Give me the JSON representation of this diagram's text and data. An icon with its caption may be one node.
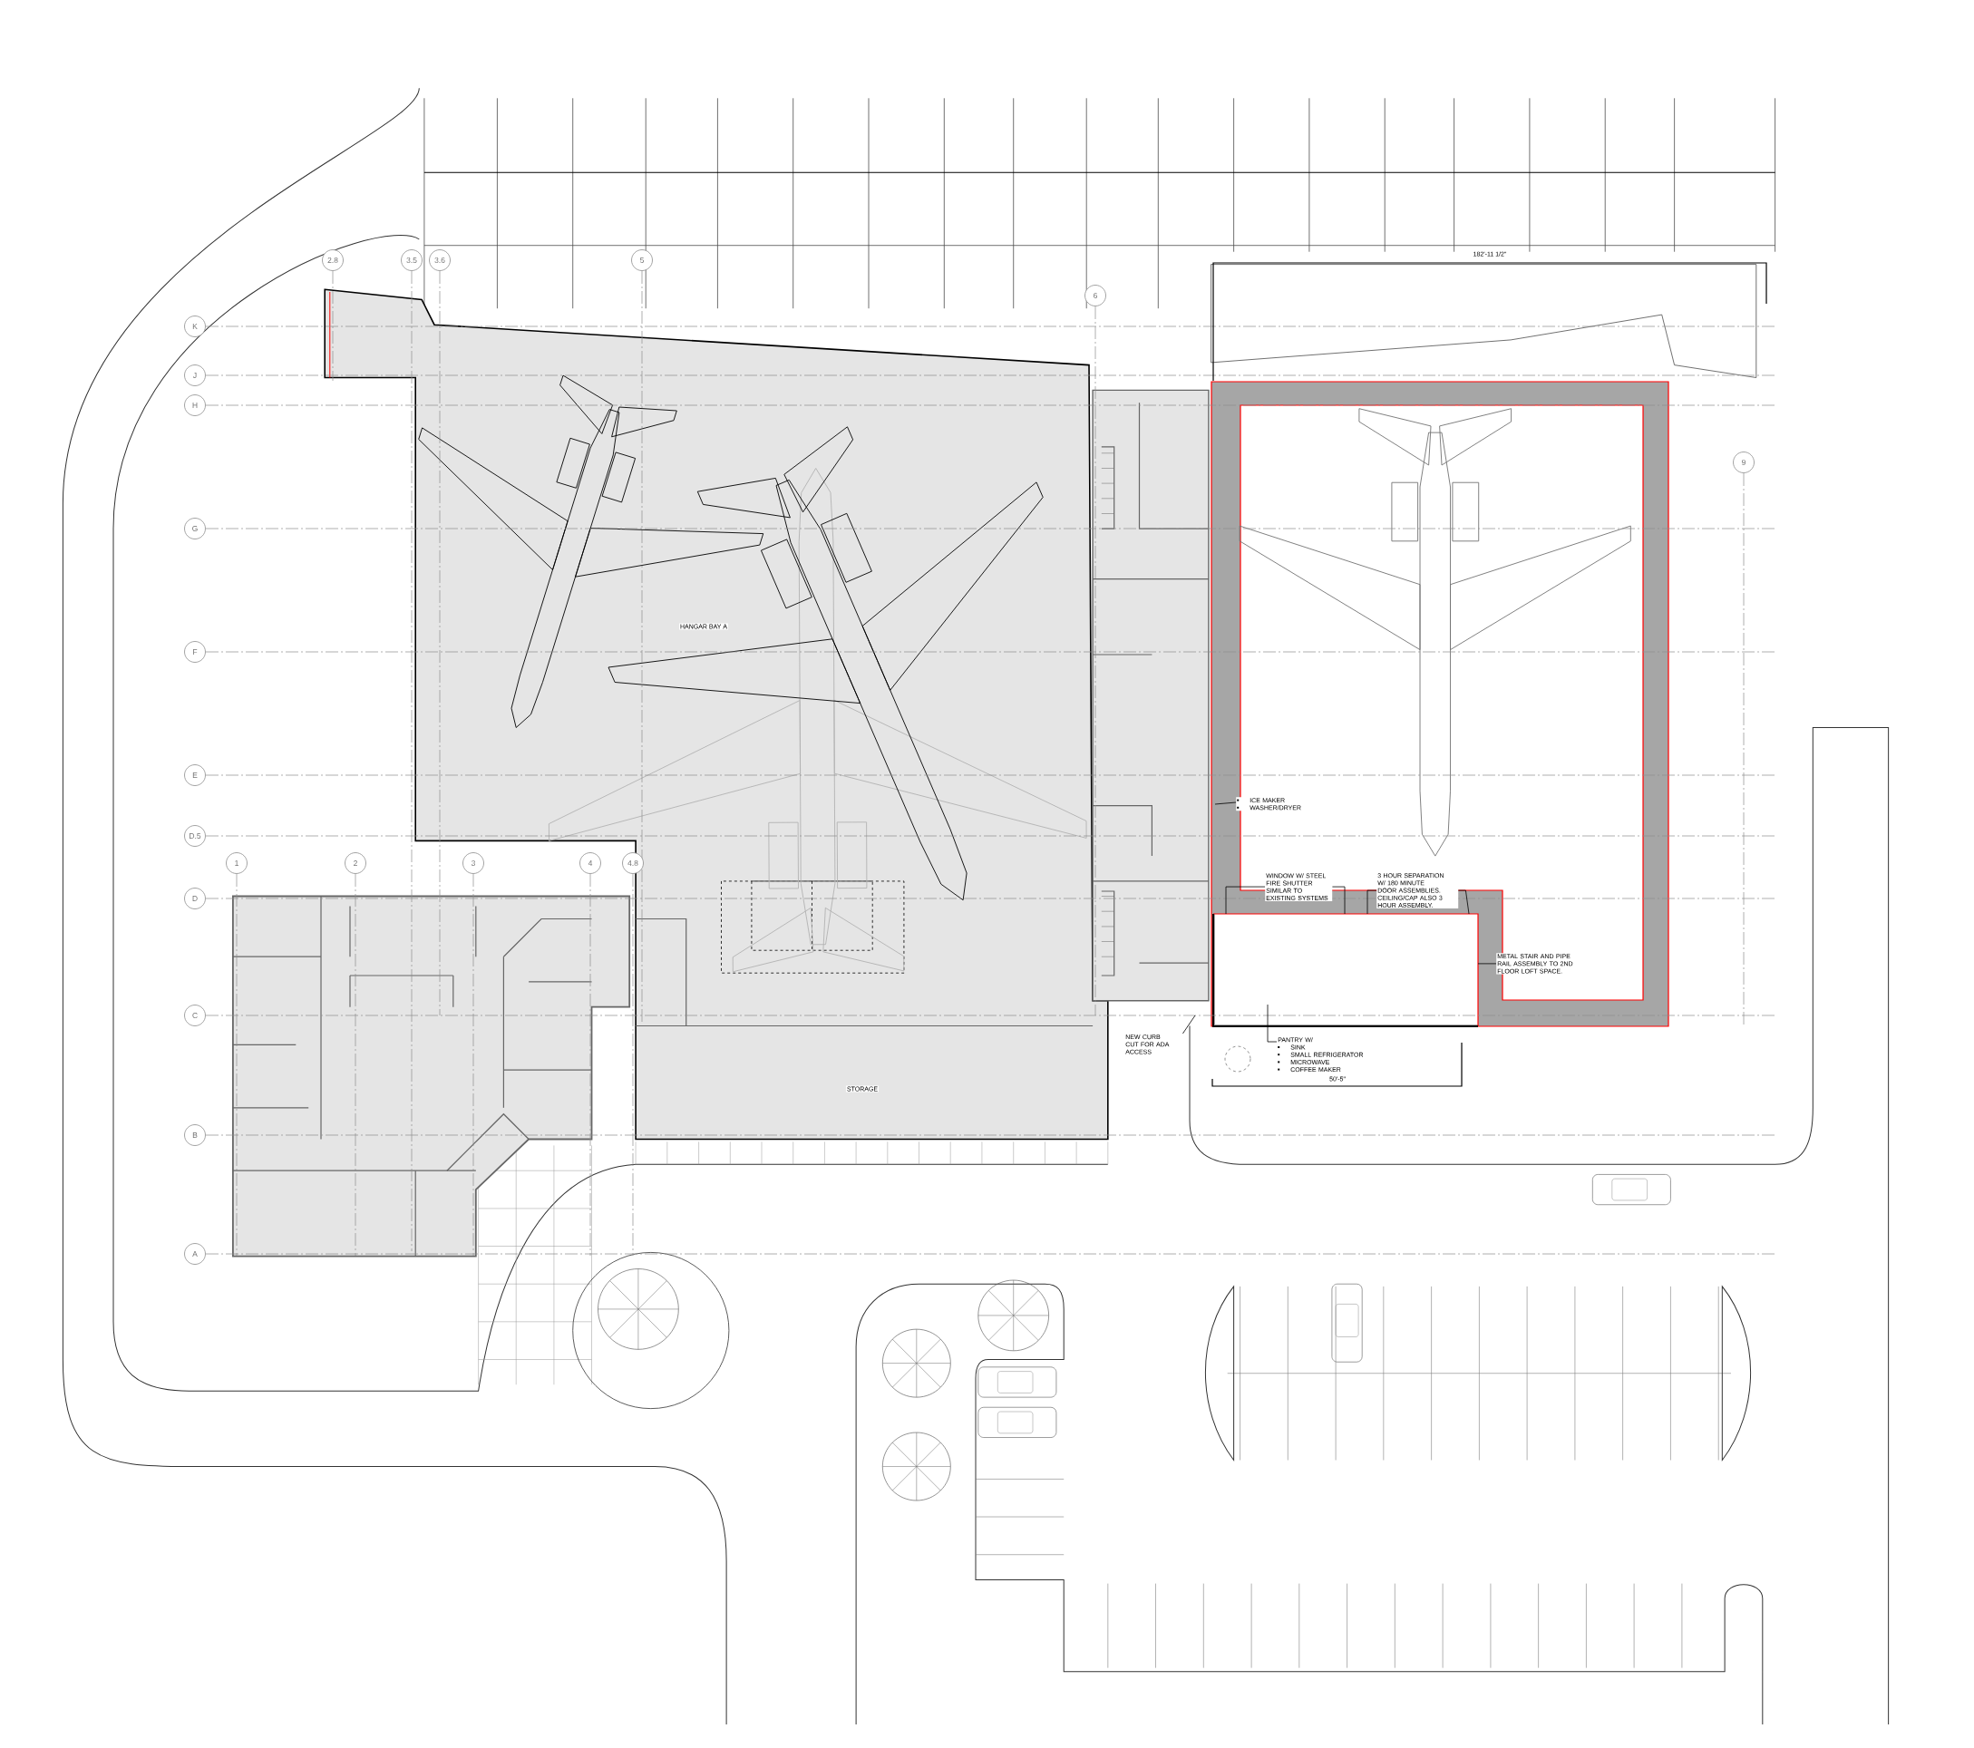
{
  "diagram": {
    "nodes": [
      {
        "text": [
          "2.8"
        ]
      },
      {
        "text": [
          "3.5"
        ]
      },
      {
        "text": [
          "3.6"
        ]
      },
      {
        "text": [
          "5"
        ]
      },
      {
        "text": [
          "6"
        ]
      },
      {
        "text": [
          "9"
        ]
      },
      {
        "text": [
          "K"
        ]
      },
      {
        "text": [
          "J"
        ]
      },
      {
        "text": [
          "H"
        ]
      },
      {
        "text": [
          "G"
        ]
      },
      {
        "text": [
          "F"
        ]
      },
      {
        "text": [
          "E"
        ]
      },
      {
        "text": [
          "D.5"
        ]
      },
      {
        "text": [
          "D"
        ]
      },
      {
        "text": [
          "C"
        ]
      },
      {
        "text": [
          "B"
        ]
      },
      {
        "text": [
          "A"
        ]
      },
      {
        "text": [
          "1"
        ]
      },
      {
        "text": [
          "2"
        ]
      },
      {
        "text": [
          "3"
        ]
      },
      {
        "text": [
          "4"
        ]
      },
      {
        "text": [
          "4.8"
        ]
      },
      {
        "text": [
          "ICE MAKER",
          "WASHER/DRYER"
        ]
      },
      {
        "text": [
          "WINDOW W/ STEEL FIRE SHUTTER SIMILAR TO EXISTING SYSTEMS"
        ]
      },
      {
        "text": [
          "3 HOUR SEPARATION W/ 180 MINUTE DOOR ASSEMBLIES. CEILING/CAP ALSO 3 HOUR ASSEMBLY."
        ]
      },
      {
        "text": [
          "METAL STAIR AND PIPE RAIL ASSEMBLY TO 2ND FLOOR LOFT SPACE."
        ]
      },
      {
        "text": [
          "PANTRY W/",
          "SINK",
          "SMALL REFRIGERATOR",
          "MICROWAVE",
          "COFFEE MAKER"
        ]
      },
      {
        "text": [
          "NEW CURB CUT FOR ADA ACCESS"
        ]
      }
    ],
    "edges": [
      {
        "from": 22,
        "to": null,
        "arrow": "none"
      },
      {
        "from": 23,
        "to": null,
        "arrow": "none"
      },
      {
        "from": 23,
        "to": null,
        "arrow": "none"
      },
      {
        "from": 24,
        "to": null,
        "arrow": "none"
      },
      {
        "from": 24,
        "to": null,
        "arrow": "none"
      },
      {
        "from": 25,
        "to": null,
        "arrow": "none"
      },
      {
        "from": 26,
        "to": null,
        "arrow": "none"
      },
      {
        "from": 27,
        "to": null,
        "arrow": "none"
      }
    ],
    "labels": [
      "182'-11 1/2\"",
      "HANGAR BAY A",
      "STORAGE",
      "50'-5\""
    ]
  }
}
